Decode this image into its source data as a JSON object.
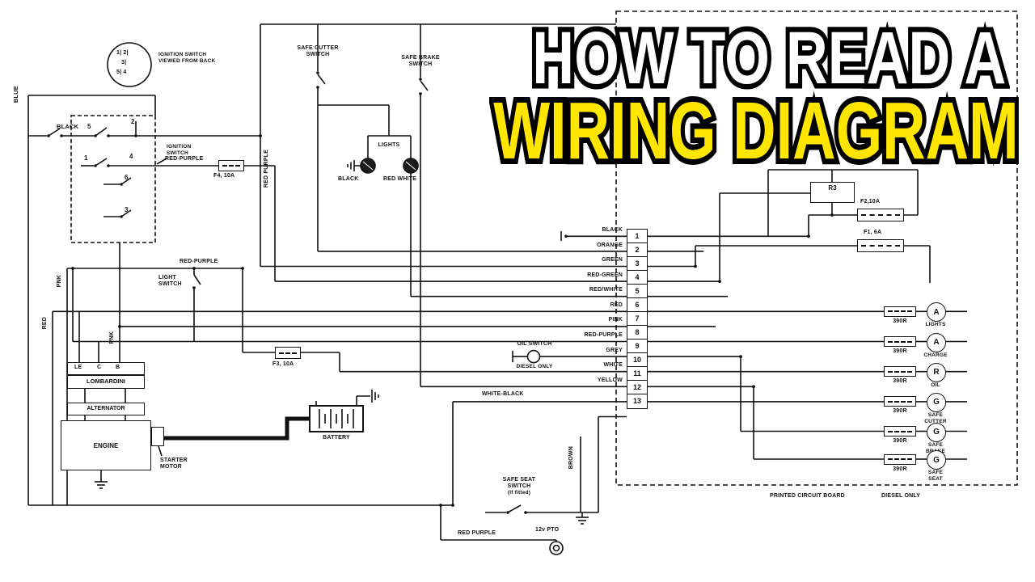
{
  "headline": {
    "line1": "HOW TO READ A",
    "line2": "WIRING DIAGRAM"
  },
  "colors": {
    "line1_fill": "#FFFFFF",
    "line2_fill": "#FFE600",
    "ink": "#111111",
    "background": "#FFFFFF"
  },
  "ignition_switch": {
    "pin_rows": [
      "1|  2|",
      "3|",
      "5|  4"
    ],
    "caption_line1": "IGNITION SWITCH",
    "caption_line2": "VIEWED FROM BACK",
    "pointer_label_line1": "IGNITION",
    "pointer_label_line2": "SWITCH",
    "contact_numbers": [
      "2",
      "5",
      "1",
      "4",
      "6",
      "3"
    ],
    "black_label": "BLACK"
  },
  "wire_labels": {
    "blue": "BLUE",
    "red_purple_top": "RED-PURPLE",
    "red_purple_vert": "RED PURPLE",
    "pnk_left": "PNK",
    "red_left": "RED",
    "pnk_mid": "PNK",
    "red_purple_mid": "RED-PURPLE",
    "white_black": "WHITE-BLACK",
    "brown": "BROWN",
    "red_purple_bottom": "RED PURPLE"
  },
  "components": {
    "f4": "F4, 10A",
    "f3": "F3, 10A",
    "f2": "F2,10A",
    "f1": "F1, 6A",
    "r3": "R3",
    "battery": "BATTERY",
    "pto": "12v PTO",
    "light_switch_line1": "LIGHT",
    "light_switch_line2": "SWITCH",
    "safe_cutter_line1": "SAFE CUTTER",
    "safe_cutter_line2": "SWITCH",
    "safe_brake_line1": "SAFE BRAKE",
    "safe_brake_line2": "SWITCH",
    "oil_switch": "OIL SWITCH",
    "diesel_only": "DIESEL ONLY",
    "safe_seat_line1": "SAFE SEAT",
    "safe_seat_line2": "SWITCH",
    "safe_seat_line3": "(If fitted)",
    "lights_title": "LIGHTS",
    "lights_left": "BLACK",
    "lights_right": "RED WHITE"
  },
  "terminal_block": {
    "numbers": [
      "1",
      "2",
      "3",
      "4",
      "5",
      "6",
      "7",
      "8",
      "9",
      "10",
      "11",
      "12",
      "13"
    ],
    "wire_labels": [
      "BLACK",
      "ORANGE",
      "GREEN",
      "RED-GREEN",
      "RED/WHITE",
      "RED",
      "PINK",
      "RED-PURPLE",
      "GREY",
      "WHITE",
      "YELLOW"
    ]
  },
  "pcb": {
    "board_label": "PRINTED CIRCUIT BOARD",
    "board_sublabel": "DIESEL ONLY",
    "resistor_value": "390R",
    "indicators": [
      {
        "letter": "A",
        "line1": "LIGHTS",
        "line2": ""
      },
      {
        "letter": "A",
        "line1": "CHARGE",
        "line2": ""
      },
      {
        "letter": "R",
        "line1": "OIL",
        "line2": ""
      },
      {
        "letter": "G",
        "line1": "SAFE",
        "line2": "CUTTER"
      },
      {
        "letter": "G",
        "line1": "SAFE",
        "line2": "BRAKE"
      },
      {
        "letter": "G",
        "line1": "SAFE",
        "line2": "SEAT"
      }
    ]
  },
  "engine_unit": {
    "terminals": [
      "LE",
      "C",
      "B"
    ],
    "lombardini": "LOMBARDINI",
    "alternator": "ALTERNATOR",
    "engine": "ENGINE",
    "starter_line1": "STARTER",
    "starter_line2": "MOTOR"
  }
}
